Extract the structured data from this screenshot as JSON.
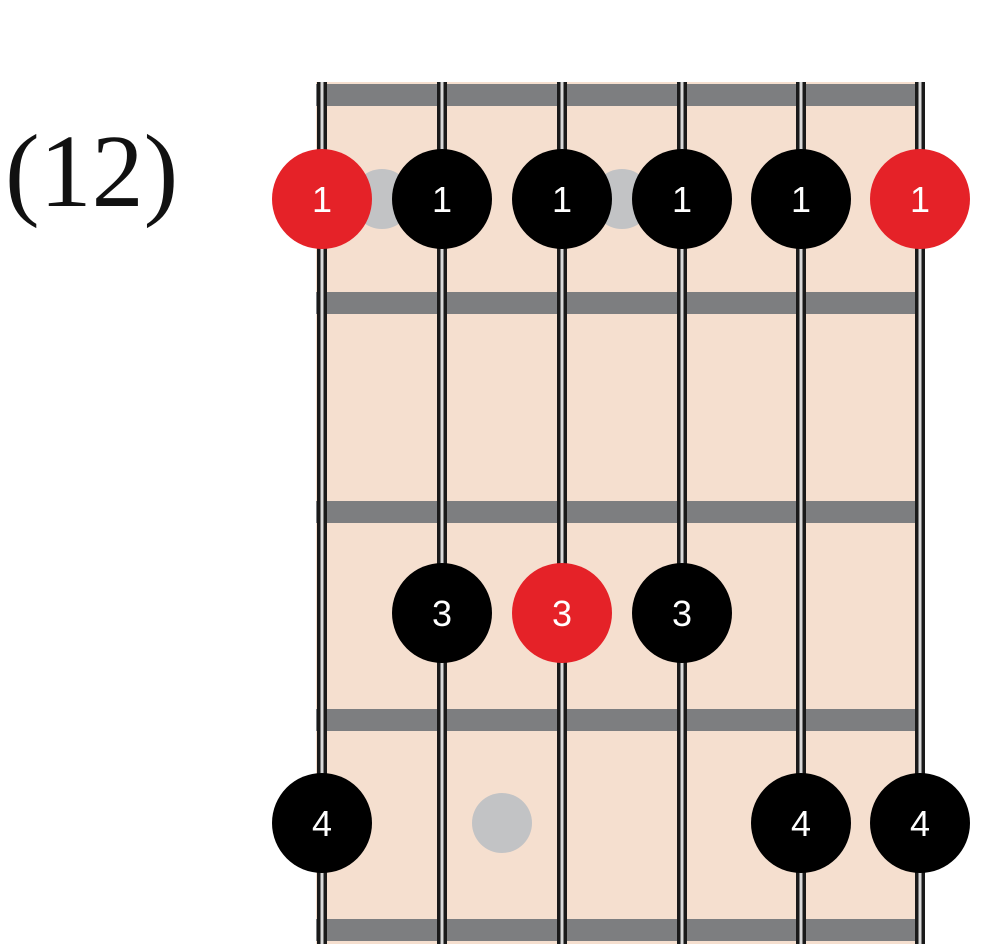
{
  "diagram": {
    "fret_label": "(12)",
    "colors": {
      "fretboard": "#f5dfcf",
      "fret": "#7d7e80",
      "string": "#1a1a1a",
      "string_highlight": "#d9d9d9",
      "inlay": "#c2c3c5",
      "root": "#e52228",
      "note": "#000000",
      "note_text": "#ffffff"
    },
    "string_count": 6,
    "fret_rows": 4,
    "inlays": [
      {
        "string_gap": 1.5,
        "row": 1
      },
      {
        "string_gap": 3.5,
        "row": 1
      },
      {
        "string_gap": 2.5,
        "row": 4
      }
    ],
    "notes": [
      {
        "string": 1,
        "row": 1,
        "finger": "1",
        "root": true
      },
      {
        "string": 2,
        "row": 1,
        "finger": "1",
        "root": false
      },
      {
        "string": 3,
        "row": 1,
        "finger": "1",
        "root": false
      },
      {
        "string": 4,
        "row": 1,
        "finger": "1",
        "root": false
      },
      {
        "string": 5,
        "row": 1,
        "finger": "1",
        "root": false
      },
      {
        "string": 6,
        "row": 1,
        "finger": "1",
        "root": true
      },
      {
        "string": 2,
        "row": 3,
        "finger": "3",
        "root": false
      },
      {
        "string": 3,
        "row": 3,
        "finger": "3",
        "root": true
      },
      {
        "string": 4,
        "row": 3,
        "finger": "3",
        "root": false
      },
      {
        "string": 1,
        "row": 4,
        "finger": "4",
        "root": false
      },
      {
        "string": 5,
        "row": 4,
        "finger": "4",
        "root": false
      },
      {
        "string": 6,
        "row": 4,
        "finger": "4",
        "root": false
      }
    ]
  }
}
